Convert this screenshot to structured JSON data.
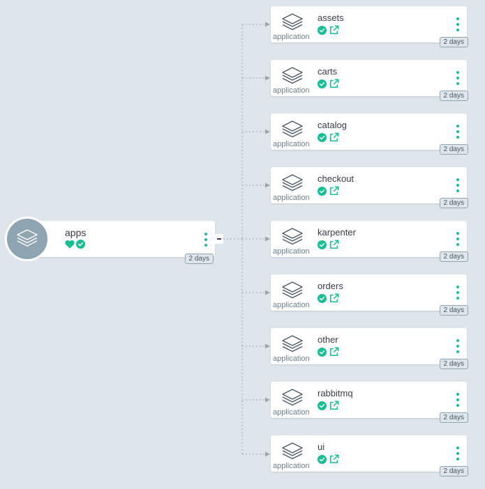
{
  "colors": {
    "background": "#dee6eb",
    "card": "#ffffff",
    "accent": "#18be94",
    "root_circle": "#8fa4b1",
    "text": "#363c4a",
    "muted": "#6d7f8b"
  },
  "root": {
    "name": "apps",
    "age": "2 days",
    "health_icon": "heart-icon",
    "sync_icon": "check-circle-icon",
    "node_icon": "layers-icon"
  },
  "children": [
    {
      "name": "assets",
      "kind": "application",
      "age": "2 days"
    },
    {
      "name": "carts",
      "kind": "application",
      "age": "2 days"
    },
    {
      "name": "catalog",
      "kind": "application",
      "age": "2 days"
    },
    {
      "name": "checkout",
      "kind": "application",
      "age": "2 days"
    },
    {
      "name": "karpenter",
      "kind": "application",
      "age": "2 days"
    },
    {
      "name": "orders",
      "kind": "application",
      "age": "2 days"
    },
    {
      "name": "other",
      "kind": "application",
      "age": "2 days"
    },
    {
      "name": "rabbitmq",
      "kind": "application",
      "age": "2 days"
    },
    {
      "name": "ui",
      "kind": "application",
      "age": "2 days"
    }
  ],
  "child_icons": {
    "sync_icon": "check-circle-icon",
    "link_icon": "external-link-icon",
    "node_icon": "layers-icon",
    "menu_icon": "kebab-menu-icon"
  }
}
